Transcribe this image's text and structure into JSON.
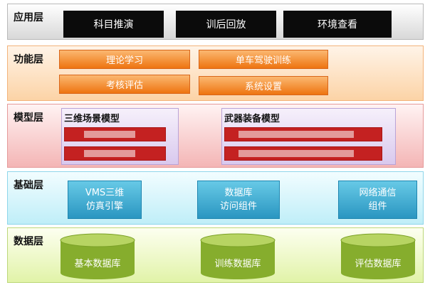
{
  "layers": {
    "application": {
      "title": "应用层",
      "buttons": [
        "科目推演",
        "训后回放",
        "环境查看"
      ]
    },
    "function": {
      "title": "功能层",
      "buttons": [
        "理论学习",
        "单车驾驶训练",
        "考核评估",
        "系统设置"
      ]
    },
    "model": {
      "title": "模型层",
      "boxes": [
        {
          "title": "三维场景模型"
        },
        {
          "title": "武器装备模型"
        }
      ]
    },
    "base": {
      "title": "基础层",
      "components": [
        {
          "line1": "VMS三维",
          "line2": "仿真引擎"
        },
        {
          "line1": "数据库",
          "line2": "访问组件"
        },
        {
          "line1": "网络通信",
          "line2": "组件"
        }
      ]
    },
    "data": {
      "title": "数据层",
      "databases": [
        "基本数据库",
        "训练数据库",
        "评估数据库"
      ]
    }
  },
  "colors": {
    "app_button": "#0b0b0b",
    "function_button": "#ee7410",
    "model_bar": "#c42121",
    "base_button": "#2a96c1",
    "database": "#86ad2d"
  }
}
